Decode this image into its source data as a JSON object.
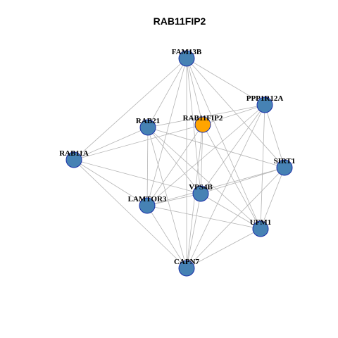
{
  "title": "RAB11FIP2",
  "colors": {
    "node": "#4682b4",
    "focus": "#ffa500",
    "border": "#1a2fa8",
    "edge": "#b4b4b4"
  },
  "nodes": [
    {
      "id": "FAM13B",
      "label": "FAM13B",
      "focus": false
    },
    {
      "id": "PPP1R12A",
      "label": "PPP1R12A",
      "focus": false
    },
    {
      "id": "RAB21",
      "label": "RAB21",
      "focus": false
    },
    {
      "id": "RAB11FIP2",
      "label": "RAB11FIP2",
      "focus": true
    },
    {
      "id": "RAB11A",
      "label": "RAB11A",
      "focus": false
    },
    {
      "id": "SIRT1",
      "label": "SIRT1",
      "focus": false
    },
    {
      "id": "VPS4B",
      "label": "VPS4B",
      "focus": false
    },
    {
      "id": "LAMTOR3",
      "label": "LAMTOR3",
      "focus": false
    },
    {
      "id": "UFM1",
      "label": "UFM1",
      "focus": false
    },
    {
      "id": "CAPN7",
      "label": "CAPN7",
      "focus": false
    }
  ],
  "edges": [
    [
      "FAM13B",
      "RAB11A"
    ],
    [
      "FAM13B",
      "PPP1R12A"
    ],
    [
      "FAM13B",
      "RAB11FIP2"
    ],
    [
      "FAM13B",
      "RAB21"
    ],
    [
      "FAM13B",
      "SIRT1"
    ],
    [
      "FAM13B",
      "VPS4B"
    ],
    [
      "FAM13B",
      "LAMTOR3"
    ],
    [
      "FAM13B",
      "UFM1"
    ],
    [
      "FAM13B",
      "CAPN7"
    ],
    [
      "PPP1R12A",
      "RAB21"
    ],
    [
      "PPP1R12A",
      "RAB11FIP2"
    ],
    [
      "PPP1R12A",
      "SIRT1"
    ],
    [
      "PPP1R12A",
      "VPS4B"
    ],
    [
      "PPP1R12A",
      "LAMTOR3"
    ],
    [
      "PPP1R12A",
      "UFM1"
    ],
    [
      "PPP1R12A",
      "CAPN7"
    ],
    [
      "RAB21",
      "RAB11A"
    ],
    [
      "RAB21",
      "SIRT1"
    ],
    [
      "RAB21",
      "VPS4B"
    ],
    [
      "RAB21",
      "LAMTOR3"
    ],
    [
      "RAB21",
      "UFM1"
    ],
    [
      "RAB21",
      "CAPN7"
    ],
    [
      "RAB11FIP2",
      "RAB11A"
    ],
    [
      "RAB11FIP2",
      "VPS4B"
    ],
    [
      "RAB11FIP2",
      "LAMTOR3"
    ],
    [
      "RAB11FIP2",
      "CAPN7"
    ],
    [
      "RAB11FIP2",
      "UFM1"
    ],
    [
      "RAB11A",
      "VPS4B"
    ],
    [
      "RAB11A",
      "LAMTOR3"
    ],
    [
      "RAB11A",
      "CAPN7"
    ],
    [
      "SIRT1",
      "VPS4B"
    ],
    [
      "SIRT1",
      "LAMTOR3"
    ],
    [
      "SIRT1",
      "UFM1"
    ],
    [
      "SIRT1",
      "CAPN7"
    ],
    [
      "VPS4B",
      "LAMTOR3"
    ],
    [
      "VPS4B",
      "UFM1"
    ],
    [
      "VPS4B",
      "CAPN7"
    ],
    [
      "LAMTOR3",
      "UFM1"
    ],
    [
      "LAMTOR3",
      "CAPN7"
    ],
    [
      "UFM1",
      "CAPN7"
    ]
  ]
}
